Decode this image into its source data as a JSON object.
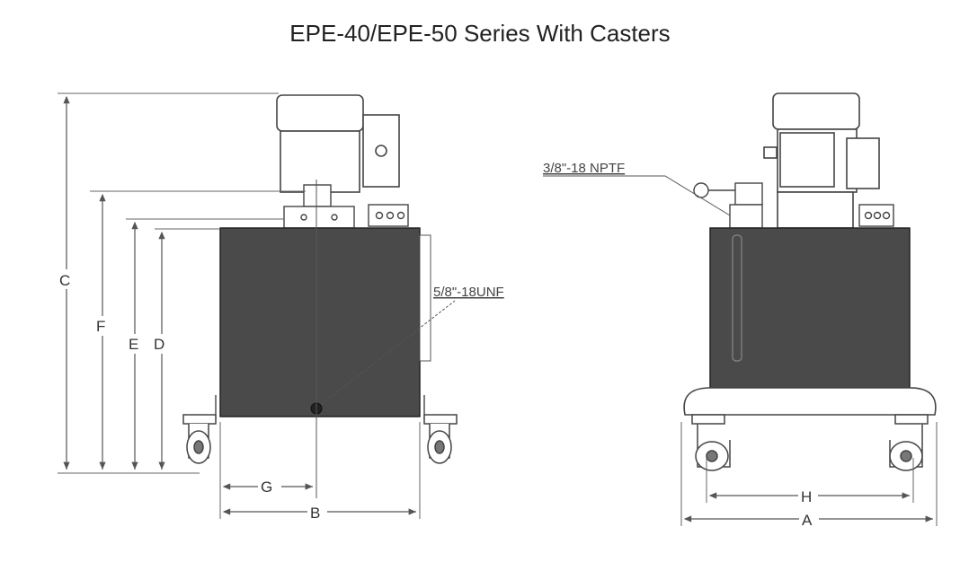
{
  "title": "EPE-40/EPE-50 Series With Casters",
  "callouts": {
    "port_thread": "5/8\"-18UNF",
    "fill_port": "3/8\"-18 NPTF"
  },
  "dimensions": {
    "A": "A",
    "B": "B",
    "C": "C",
    "D": "D",
    "E": "E",
    "F": "F",
    "G": "G",
    "H": "H"
  },
  "colors": {
    "reservoir": "#4a4a4a",
    "line": "#555555",
    "outline": "#444444"
  }
}
